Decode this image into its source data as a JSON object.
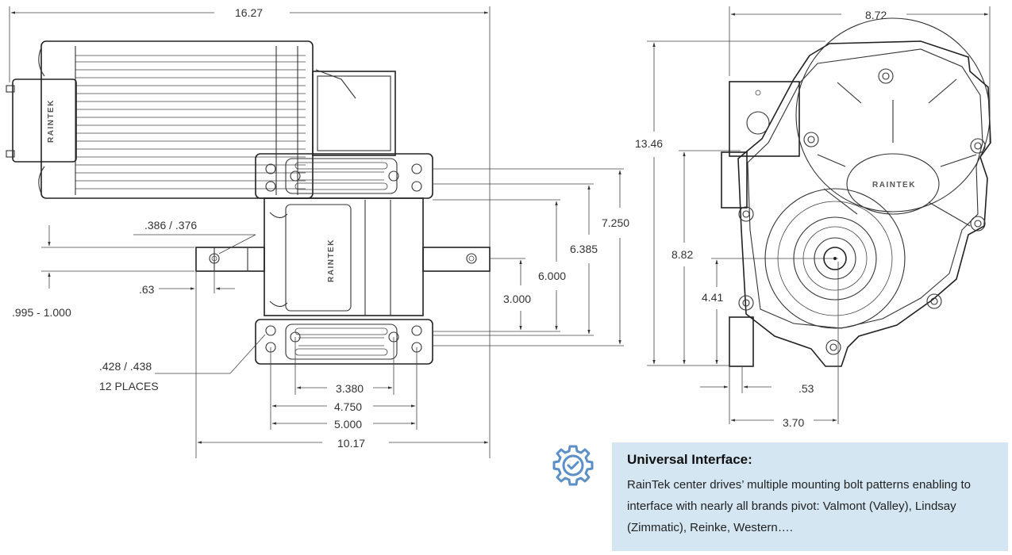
{
  "side_view": {
    "brand_label": "RAINTEK",
    "dimensions": {
      "overall_length": "16.27",
      "mount_length": "10.17",
      "hole_dia_small": ".386 / .376",
      "hole_dia_mount": ".428 / .438",
      "hole_count": "12 PLACES",
      "offset_63": ".63",
      "shaft_range": ".995 - 1.000",
      "v_7250": "7.250",
      "v_6385": "6.385",
      "v_6000": "6.000",
      "v_3000": "3.000",
      "h_3380": "3.380",
      "h_4750": "4.750",
      "h_5000": "5.000"
    }
  },
  "front_view": {
    "brand_label": "RAINTEK",
    "dimensions": {
      "width": "8.72",
      "height": "13.46",
      "h_882": "8.82",
      "h_441": "4.41",
      "w_53": ".53",
      "w_370": "3.70"
    }
  },
  "callout": {
    "icon": "gear-check-icon",
    "title": "Universal Interface:",
    "body": "RainTek center drives’ multiple mounting bolt patterns enabling to interface with nearly all brands pivot: Valmont (Valley), Lindsay (Zimmatic), Reinke, Western….",
    "background": "#d3e6f2",
    "icon_color": "#5b8fc7"
  }
}
